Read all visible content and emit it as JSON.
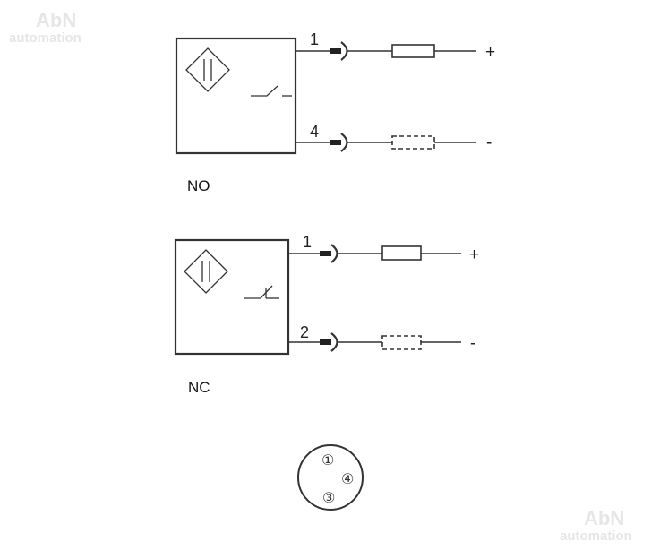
{
  "watermarks": {
    "top_left": {
      "brand": "AbN",
      "sub": "automation"
    },
    "bottom_right": {
      "brand": "AbN",
      "sub": "automation"
    }
  },
  "no_diagram": {
    "caption": "NO",
    "pin_top": "1",
    "pin_bottom": "4",
    "polarity_top": "+",
    "polarity_bottom": "-"
  },
  "nc_diagram": {
    "caption": "NC",
    "pin_top": "1",
    "pin_bottom": "2",
    "polarity_top": "+",
    "polarity_bottom": "-"
  },
  "connector": {
    "pins": [
      "①",
      "④",
      "③"
    ]
  },
  "colors": {
    "line": "#333333",
    "watermark": "#e6e6e6"
  }
}
